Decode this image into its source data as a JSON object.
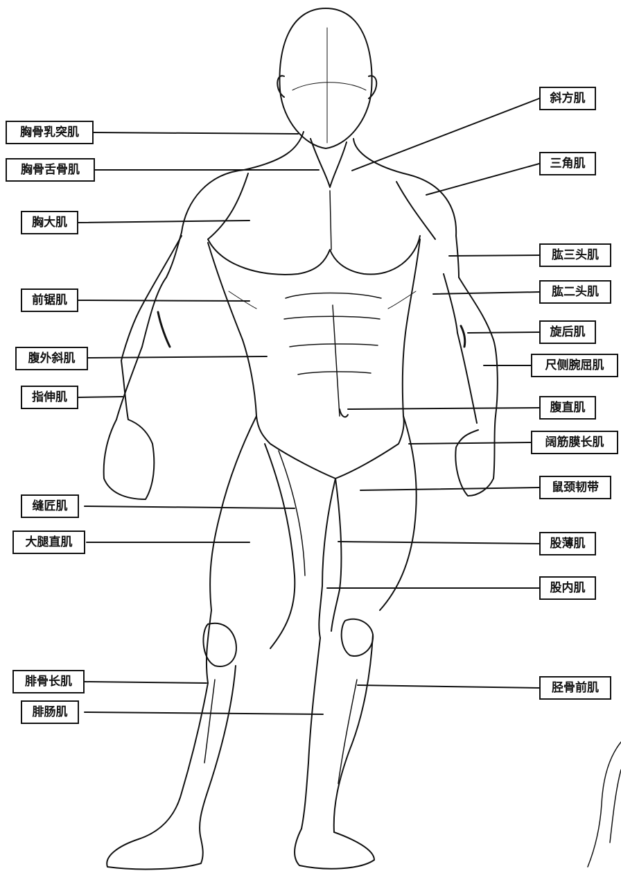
{
  "labels": {
    "left": [
      {
        "key": "sternocleidomastoid",
        "text": "胸骨乳突肌"
      },
      {
        "key": "sternohyoid",
        "text": "胸骨舌骨肌"
      },
      {
        "key": "pectoralis-major",
        "text": "胸大肌"
      },
      {
        "key": "serratus-anterior",
        "text": "前锯肌"
      },
      {
        "key": "external-oblique",
        "text": "腹外斜肌"
      },
      {
        "key": "extensor-digitorum",
        "text": "指伸肌"
      },
      {
        "key": "sartorius",
        "text": "缝匠肌"
      },
      {
        "key": "rectus-femoris",
        "text": "大腿直肌"
      },
      {
        "key": "peroneus-longus",
        "text": "腓骨长肌"
      },
      {
        "key": "gastrocnemius",
        "text": "腓肠肌"
      }
    ],
    "right": [
      {
        "key": "trapezius",
        "text": "斜方肌"
      },
      {
        "key": "deltoid",
        "text": "三角肌"
      },
      {
        "key": "triceps",
        "text": "肱三头肌"
      },
      {
        "key": "biceps",
        "text": "肱二头肌"
      },
      {
        "key": "supinator",
        "text": "旋后肌"
      },
      {
        "key": "flexor-carpi-ulnaris",
        "text": "尺侧腕屈肌"
      },
      {
        "key": "rectus-abdominis",
        "text": "腹直肌"
      },
      {
        "key": "tensor-fasciae-latae",
        "text": "阔筋膜长肌"
      },
      {
        "key": "inguinal-ligament",
        "text": "鼠颈韧带"
      },
      {
        "key": "gracilis",
        "text": "股薄肌"
      },
      {
        "key": "vastus-medialis",
        "text": "股内肌"
      },
      {
        "key": "tibialis-anterior",
        "text": "胫骨前肌"
      }
    ]
  },
  "colors": {
    "ink": "#111111",
    "background": "#ffffff"
  }
}
